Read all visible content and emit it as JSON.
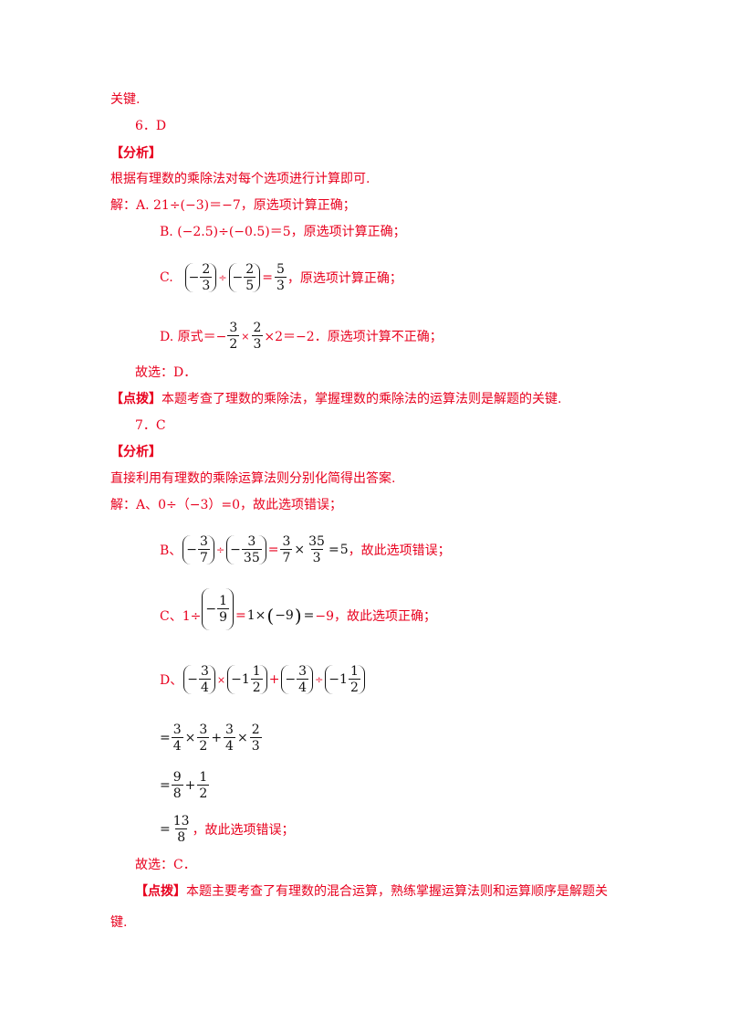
{
  "lines": {
    "l1": "关键.",
    "q6": "6．D",
    "analysis_tag": "【分析】",
    "q6_analysis": "根据有理数的乘除法对每个选项进行计算即可.",
    "q6_a": "解：A. 21÷(−3)＝−7，原选项计算正确；",
    "q6_b": "B. (−2.5)÷(−0.5)＝5，原选项计算正确；",
    "q6_c_prefix": "C.",
    "q6_c_suffix": "，原选项计算正确；",
    "q6_d_prefix": "D. 原式＝−",
    "q6_d_suffix": "×2＝−2．原选项计算不正确；",
    "q6_answer": "故选：D．",
    "dianbo_tag": "【点拨】",
    "q6_note": "本题考查了理数的乘除法，掌握理数的乘除法的运算法则是解题的关键.",
    "q7": "7．C",
    "q7_analysis": "直接利用有理数的乘除运算法则分别化简得出答案.",
    "q7_a": "解：A、0÷（−3）=0，故此选项错误；",
    "q7_b_prefix": "B、",
    "q7_b_suffix": "，故此选项错误；",
    "q7_c_prefix": "C、1÷",
    "q7_c_mid": "1×",
    "q7_c_val": "−9",
    "q7_c_suffix": "−9，故此选项正确；",
    "q7_d_prefix": "D、",
    "q7_step3_suffix": "，故此选项错误；",
    "q7_answer": "故选：C．",
    "q7_note": "本题主要考查了有理数的混合运算，熟练掌握运算法则和运算顺序是解题关",
    "q7_note_cont": "键."
  },
  "math": {
    "minus": "−",
    "eq": "=",
    "div": "÷",
    "times": "×",
    "plus": "+",
    "n1": "1",
    "n2": "2",
    "n3": "3",
    "n4": "4",
    "n5": "5",
    "n7": "7",
    "n8": "8",
    "n9": "9",
    "n13": "13",
    "n35": "35"
  }
}
